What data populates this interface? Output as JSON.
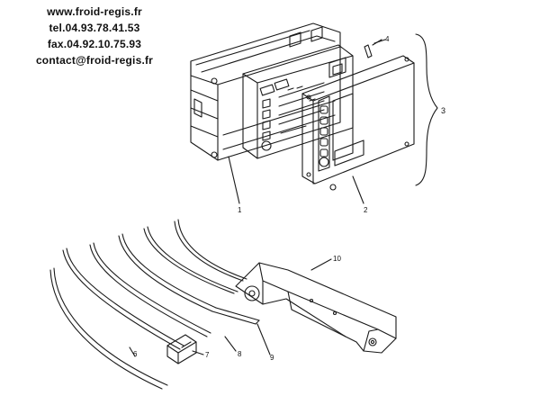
{
  "contact": {
    "website": "www.froid-regis.fr",
    "tel": "tel.04.93.78.41.53",
    "fax": "fax.04.92.10.75.93",
    "email": "contact@froid-regis.fr"
  },
  "callouts": {
    "c1": "1",
    "c2": "2",
    "c3": "3",
    "c4": "4",
    "c6": "6",
    "c7": "7",
    "c8": "8",
    "c9": "9",
    "c10": "10"
  }
}
